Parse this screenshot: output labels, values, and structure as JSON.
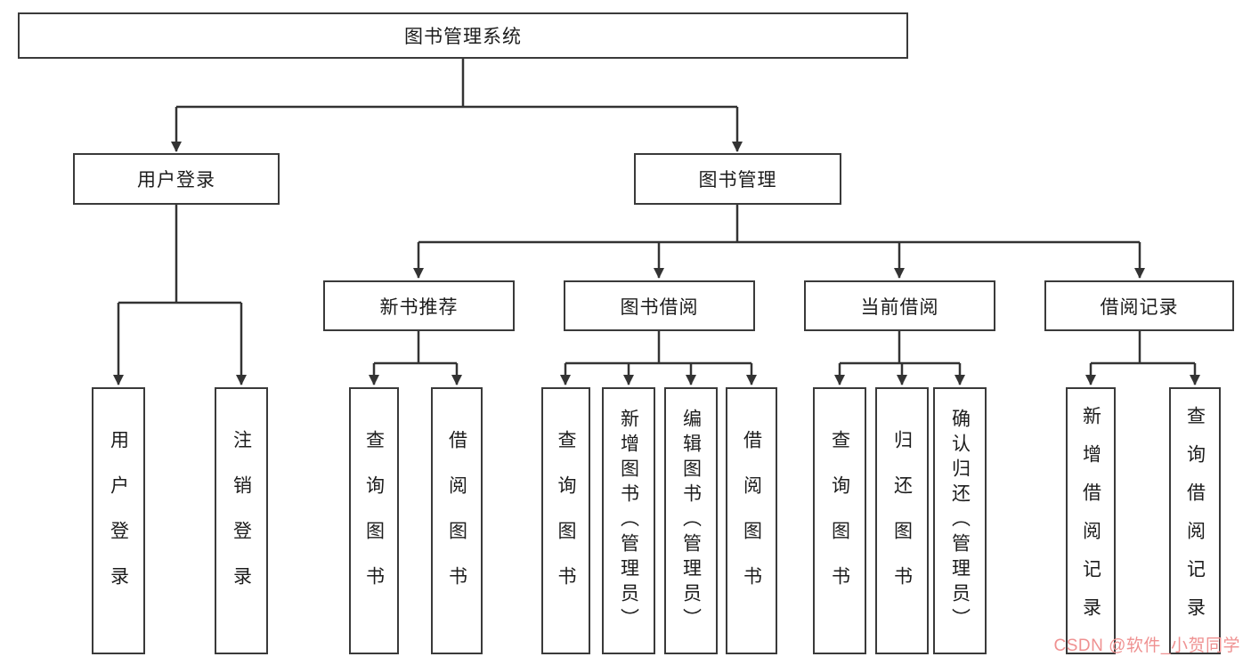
{
  "root": {
    "label": "图书管理系统"
  },
  "branches": [
    {
      "label": "用户登录",
      "children": [
        {
          "label": "用户登录"
        },
        {
          "label": "注销登录"
        }
      ]
    },
    {
      "label": "图书管理",
      "groups": [
        {
          "label": "新书推荐",
          "children": [
            {
              "label": "查询图书"
            },
            {
              "label": "借阅图书"
            }
          ]
        },
        {
          "label": "图书借阅",
          "children": [
            {
              "label": "查询图书"
            },
            {
              "label": "新增图书（管理员）"
            },
            {
              "label": "编辑图书（管理员）"
            },
            {
              "label": "借阅图书"
            }
          ]
        },
        {
          "label": "当前借阅",
          "children": [
            {
              "label": "查询图书"
            },
            {
              "label": "归还图书"
            },
            {
              "label": "确认归还（管理员）"
            }
          ]
        },
        {
          "label": "借阅记录",
          "children": [
            {
              "label": "新增借阅记录"
            },
            {
              "label": "查询借阅记录"
            }
          ]
        }
      ]
    }
  ],
  "watermark": {
    "text": "CSDN @软件_小贺同学"
  },
  "colors": {
    "border": "#3a3a3a",
    "line": "#333333",
    "watermark": "#ef9191"
  }
}
